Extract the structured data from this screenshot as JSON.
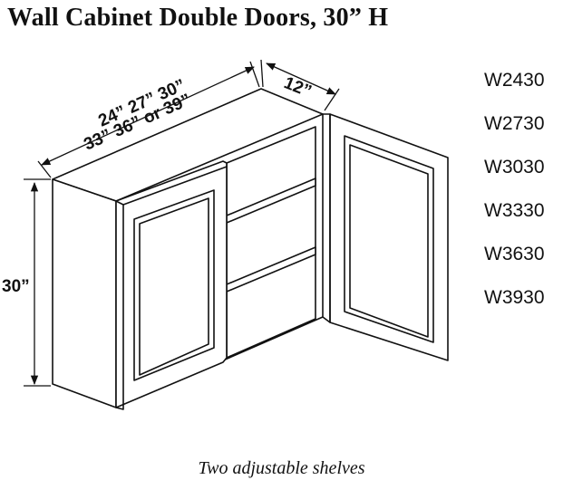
{
  "title": "Wall Cabinet Double Doors, 30” H",
  "dimensions": {
    "width_line1": "24” 27” 30”",
    "width_line2": "33” 36” or 39”",
    "depth": "12”",
    "height": "30”"
  },
  "models": [
    "W2430",
    "W2730",
    "W3030",
    "W3330",
    "W3630",
    "W3930"
  ],
  "caption": "Two adjustable shelves"
}
